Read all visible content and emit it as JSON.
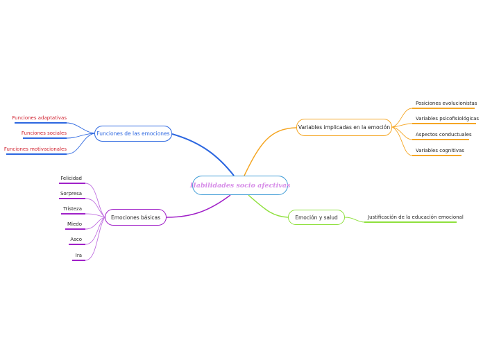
{
  "central": {
    "label": "Habilidades socio afectivas"
  },
  "branches": {
    "funciones": {
      "label": "Funciones de las emociones",
      "color": "#2b66e0",
      "children": [
        "Funciones adaptativas",
        "Funciones sociales",
        "Funciones motivacionales"
      ]
    },
    "variables": {
      "label": "Variables implicadas en la emoción",
      "color": "#f5a623",
      "children": [
        "Posiciones evolucionistas",
        "Variables psicofisiológicas",
        "Aspectos conductuales",
        "Variables cognitivas"
      ]
    },
    "salud": {
      "label": "Emoción y salud",
      "color": "#8ee03c",
      "children": [
        "Justificación de la educación emocional"
      ]
    },
    "basicas": {
      "label": "Emociones básicas",
      "color": "#a020c8",
      "children": [
        "Felicidad",
        "Sorpresa",
        "Tristeza",
        "Miedo",
        "Asco",
        "Ira"
      ]
    }
  }
}
